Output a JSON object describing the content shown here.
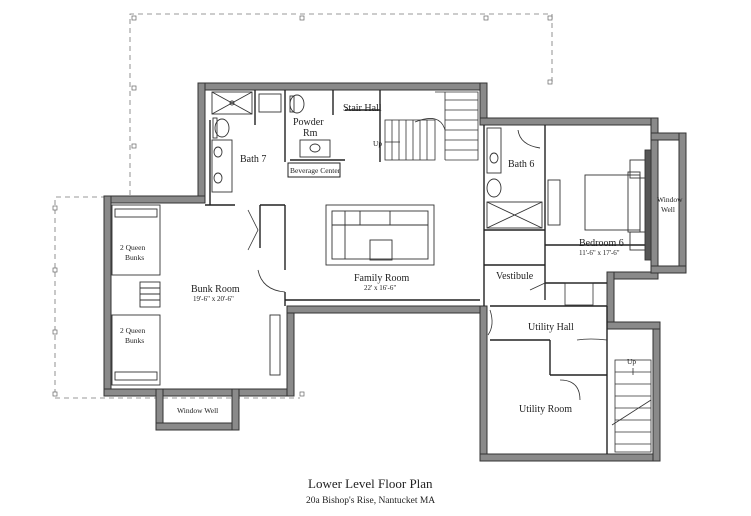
{
  "title": "Lower Level Floor Plan",
  "address": "20a Bishop's Rise, Nantucket MA",
  "rooms": {
    "stair_hall": "Stair Hall",
    "powder_room_line1": "Powder",
    "powder_room_line2": "Rm",
    "bath7": "Bath 7",
    "beverage_center": "Beverage Center",
    "family_room": "Family Room",
    "family_room_dim": "22' x 16'-6\"",
    "bunk_room": "Bunk Room",
    "bunk_room_dim": "19'-6\" x 20'-6\"",
    "bunks_top_line1": "2 Queen",
    "bunks_top_line2": "Bunks",
    "bunks_bottom_line1": "2 Queen",
    "bunks_bottom_line2": "Bunks",
    "window_well_bottom": "Window Well",
    "window_well_right_line1": "Window",
    "window_well_right_line2": "Well",
    "bath6": "Bath 6",
    "bedroom6": "Bedroom 6",
    "bedroom6_dim": "11'-6\" x 17'-6\"",
    "vestibule": "Vestibule",
    "utility_hall": "Utility Hall",
    "utility_room": "Utility Room",
    "stair_up_main": "Up",
    "stair_up_utility": "Up"
  }
}
